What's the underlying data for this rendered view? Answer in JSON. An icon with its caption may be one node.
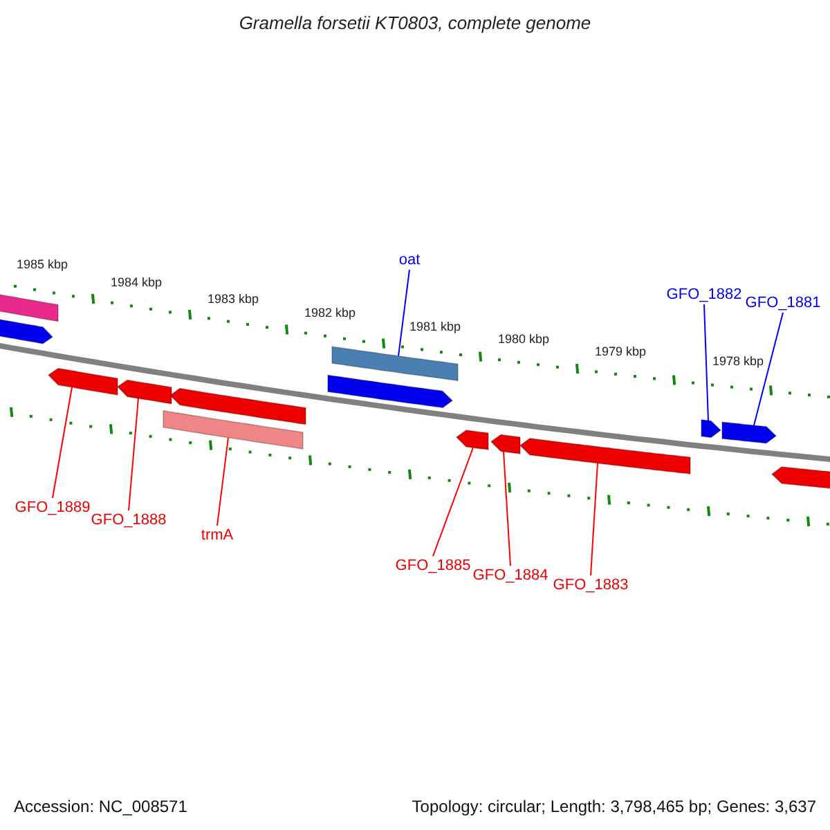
{
  "diagram": {
    "title": "Gramella forsetii KT0803, complete genome",
    "nodes": [
      {
        "text": [],
        "shape": "bar"
      },
      {
        "text": [],
        "shape": "pentagon"
      },
      {
        "text": [],
        "shape": "pentagon"
      },
      {
        "text": [],
        "shape": "pentagon"
      },
      {
        "text": [],
        "shape": "pentagon"
      },
      {
        "text": [],
        "shape": "bar"
      },
      {
        "text": [],
        "shape": "bar"
      },
      {
        "text": [],
        "shape": "pentagon"
      },
      {
        "text": [],
        "shape": "pentagon"
      },
      {
        "text": [],
        "shape": "pentagon"
      },
      {
        "text": [],
        "shape": "pentagon"
      },
      {
        "text": [],
        "shape": "pentagon"
      },
      {
        "text": [],
        "shape": "pentagon"
      },
      {
        "text": [],
        "shape": "pentagon"
      },
      {
        "text": [
          "GFO_1889"
        ]
      },
      {
        "text": [
          "GFO_1888"
        ]
      },
      {
        "text": [
          "trmA"
        ]
      },
      {
        "text": [
          "oat"
        ]
      },
      {
        "text": [
          "GFO_1885"
        ]
      },
      {
        "text": [
          "GFO_1884"
        ]
      },
      {
        "text": [
          "GFO_1883"
        ]
      },
      {
        "text": [
          "GFO_1882"
        ]
      },
      {
        "text": [
          "GFO_1881"
        ]
      }
    ],
    "edges": [
      {
        "from": 14,
        "to": 2,
        "arrow": "none"
      },
      {
        "from": 15,
        "to": 3,
        "arrow": "none"
      },
      {
        "from": 16,
        "to": 5,
        "arrow": "none"
      },
      {
        "from": 17,
        "to": 6,
        "arrow": "none",
        "color": "#0000ff"
      },
      {
        "from": 18,
        "to": 8,
        "arrow": "none"
      },
      {
        "from": 19,
        "to": 9,
        "arrow": "none"
      },
      {
        "from": 20,
        "to": 10,
        "arrow": "none"
      },
      {
        "from": 21,
        "to": 11,
        "arrow": "none",
        "color": "#0000ff"
      },
      {
        "from": 22,
        "to": 12,
        "arrow": "none",
        "color": "#0000ff"
      }
    ],
    "labels": [
      "1985 kbp",
      "1984 kbp",
      "1983 kbp",
      "1982 kbp",
      "1981 kbp",
      "1980 kbp",
      "1979 kbp",
      "1978 kbp",
      "Accession: NC_008571",
      "Topology: circular; Length: 3,798,465 bp; Genes: 3,637"
    ]
  }
}
